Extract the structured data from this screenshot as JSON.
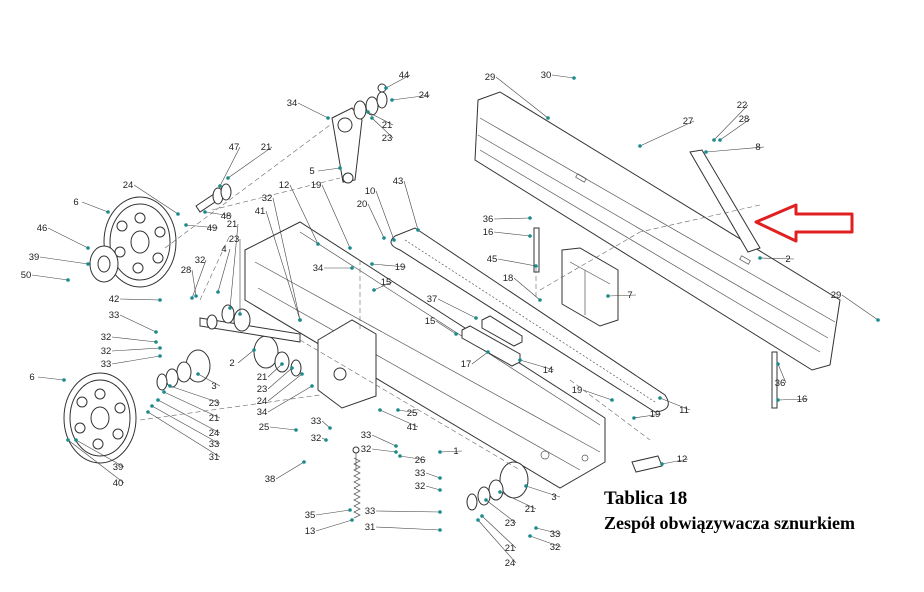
{
  "caption": {
    "title": "Tablica 18",
    "subtitle": "Zespół obwiązywacza sznurkiem"
  },
  "callouts": [
    {
      "n": "44"
    },
    {
      "n": "34"
    },
    {
      "n": "24"
    },
    {
      "n": "21"
    },
    {
      "n": "23"
    },
    {
      "n": "5"
    },
    {
      "n": "47"
    },
    {
      "n": "21"
    },
    {
      "n": "24"
    },
    {
      "n": "48"
    },
    {
      "n": "49"
    },
    {
      "n": "6"
    },
    {
      "n": "46"
    },
    {
      "n": "39"
    },
    {
      "n": "50"
    },
    {
      "n": "12"
    },
    {
      "n": "19"
    },
    {
      "n": "32"
    },
    {
      "n": "41"
    },
    {
      "n": "21"
    },
    {
      "n": "23"
    },
    {
      "n": "28"
    },
    {
      "n": "32"
    },
    {
      "n": "4"
    },
    {
      "n": "42"
    },
    {
      "n": "33"
    },
    {
      "n": "32"
    },
    {
      "n": "32"
    },
    {
      "n": "33"
    },
    {
      "n": "6"
    },
    {
      "n": "3"
    },
    {
      "n": "23"
    },
    {
      "n": "21"
    },
    {
      "n": "24"
    },
    {
      "n": "33"
    },
    {
      "n": "31"
    },
    {
      "n": "39"
    },
    {
      "n": "40"
    },
    {
      "n": "2"
    },
    {
      "n": "21"
    },
    {
      "n": "23"
    },
    {
      "n": "24"
    },
    {
      "n": "34"
    },
    {
      "n": "25"
    },
    {
      "n": "33"
    },
    {
      "n": "32"
    },
    {
      "n": "38"
    },
    {
      "n": "35"
    },
    {
      "n": "13"
    },
    {
      "n": "10"
    },
    {
      "n": "43"
    },
    {
      "n": "20"
    },
    {
      "n": "34"
    },
    {
      "n": "19"
    },
    {
      "n": "15"
    },
    {
      "n": "37"
    },
    {
      "n": "15"
    },
    {
      "n": "17"
    },
    {
      "n": "14"
    },
    {
      "n": "11"
    },
    {
      "n": "18"
    },
    {
      "n": "45"
    },
    {
      "n": "16"
    },
    {
      "n": "36"
    },
    {
      "n": "7"
    },
    {
      "n": "25"
    },
    {
      "n": "41"
    },
    {
      "n": "33"
    },
    {
      "n": "32"
    },
    {
      "n": "26"
    },
    {
      "n": "1"
    },
    {
      "n": "19"
    },
    {
      "n": "19"
    },
    {
      "n": "12"
    },
    {
      "n": "33"
    },
    {
      "n": "32"
    },
    {
      "n": "3"
    },
    {
      "n": "21"
    },
    {
      "n": "23"
    },
    {
      "n": "33"
    },
    {
      "n": "32"
    },
    {
      "n": "33"
    },
    {
      "n": "31"
    },
    {
      "n": "21"
    },
    {
      "n": "24"
    },
    {
      "n": "29"
    },
    {
      "n": "30"
    },
    {
      "n": "27"
    },
    {
      "n": "22"
    },
    {
      "n": "28"
    },
    {
      "n": "8"
    },
    {
      "n": "2"
    },
    {
      "n": "29"
    },
    {
      "n": "36"
    },
    {
      "n": "16"
    }
  ]
}
